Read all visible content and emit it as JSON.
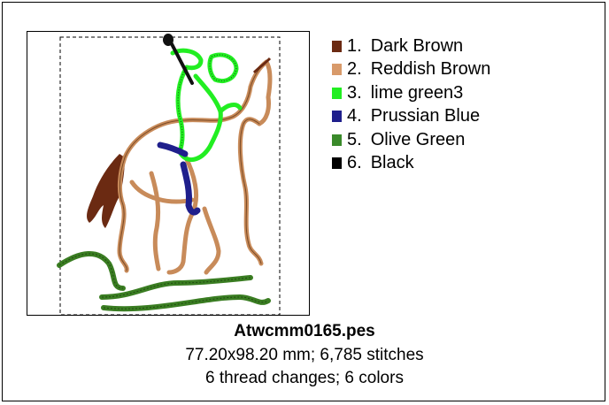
{
  "legend": [
    {
      "number": "1.",
      "name": "Dark Brown",
      "color": "#6b2a12"
    },
    {
      "number": "2.",
      "name": "Reddish Brown",
      "color": "#d89a6a"
    },
    {
      "number": "3.",
      "name": "lime green3",
      "color": "#22ee22"
    },
    {
      "number": "4.",
      "name": "Prussian Blue",
      "color": "#1f1f8c"
    },
    {
      "number": "5.",
      "name": "Olive Green",
      "color": "#3a8a2a"
    },
    {
      "number": "6.",
      "name": "Black",
      "color": "#000000"
    }
  ],
  "design": {
    "filename": "Atwcmm0165.pes",
    "dimensions": "77.20x98.20 mm; 6,785 stitches",
    "threads": "6 thread changes; 6 colors"
  }
}
